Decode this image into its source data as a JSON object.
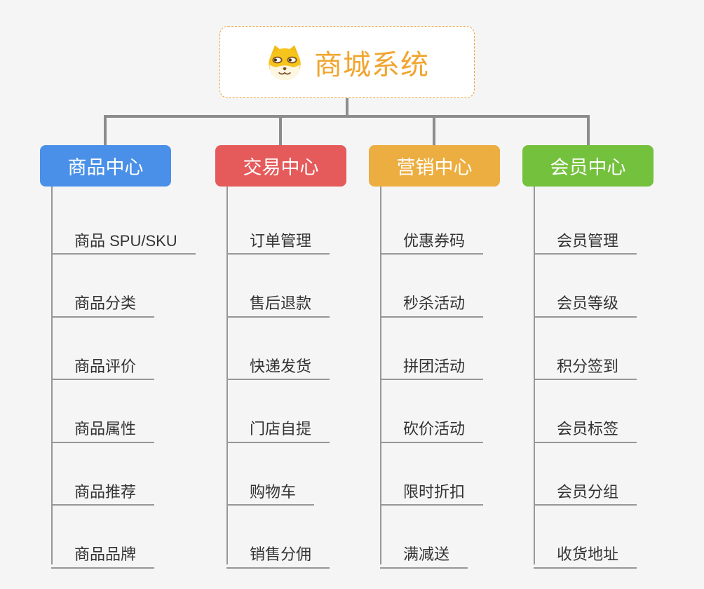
{
  "root": {
    "title": "商城系统",
    "icon": "doge-icon"
  },
  "branches": [
    {
      "label": "商品中心",
      "color": "#4a90e8",
      "children": [
        "商品 SPU/SKU",
        "商品分类",
        "商品评价",
        "商品属性",
        "商品推荐",
        "商品品牌"
      ]
    },
    {
      "label": "交易中心",
      "color": "#e55b5b",
      "children": [
        "订单管理",
        "售后退款",
        "快递发货",
        "门店自提",
        "购物车",
        "销售分佣"
      ]
    },
    {
      "label": "营销中心",
      "color": "#ecae40",
      "children": [
        "优惠券码",
        "秒杀活动",
        "拼团活动",
        "砍价活动",
        "限时折扣",
        "满减送"
      ]
    },
    {
      "label": "会员中心",
      "color": "#74c13d",
      "children": [
        "会员管理",
        "会员等级",
        "积分签到",
        "会员标签",
        "会员分组",
        "收货地址"
      ]
    }
  ],
  "colors": {
    "background": "#f5f5f6",
    "main_connector": "#8c8c8c",
    "leaf_connector": "#979797",
    "leaf_text": "#333333",
    "branch_text": "#ffffff",
    "root_border": "#e9a43c",
    "root_text": "#f0a52e"
  }
}
